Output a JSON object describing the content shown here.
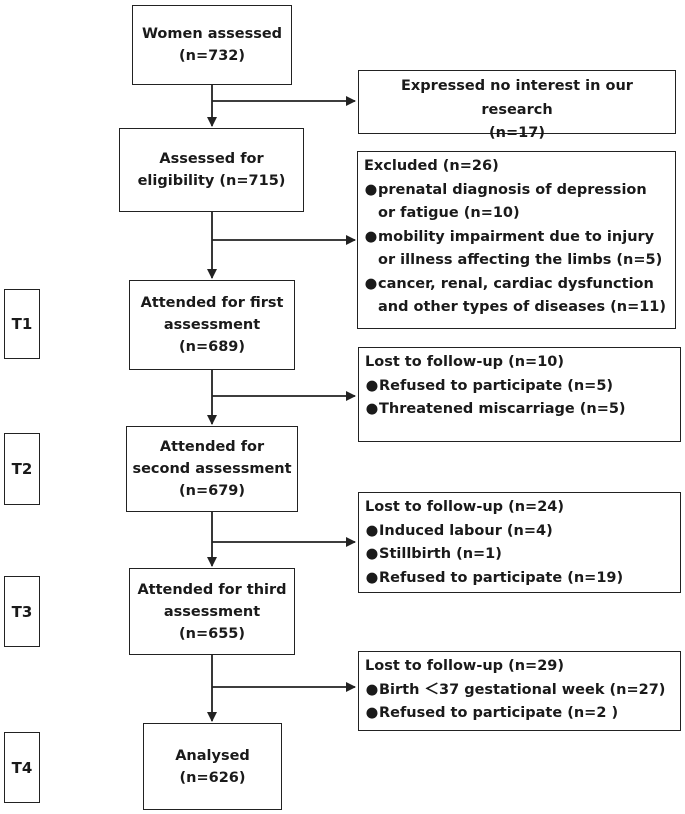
{
  "stages": {
    "women_assessed": {
      "title": "Women assessed",
      "count": "(n=732)"
    },
    "eligibility": {
      "line1": "Assessed for",
      "line2": "eligibility (n=715)"
    },
    "first": {
      "line1": "Attended for first",
      "line2": "assessment",
      "count": "(n=689)"
    },
    "second": {
      "line1": "Attended for",
      "line2": "second assessment",
      "count": "(n=679)"
    },
    "third": {
      "line1": "Attended for third",
      "line2": "assessment",
      "count": "(n=655)"
    },
    "analysed": {
      "title": "Analysed",
      "count": "(n=626)"
    }
  },
  "side": {
    "no_interest": {
      "line1": "Expressed no interest in our research",
      "count": "(n=17)"
    },
    "excluded": {
      "title": "Excluded (n=26)",
      "b1_l1": "prenatal diagnosis of depression",
      "b1_l2": "or fatigue (n=10)",
      "b2_l1": "mobility impairment due to injury",
      "b2_l2": "or illness affecting the limbs (n=5)",
      "b3_l1": "cancer, renal, cardiac dysfunction",
      "b3_l2": "and other types of diseases (n=11)"
    },
    "lost1": {
      "title": "Lost to follow-up (n=10)",
      "b1": "Refused to participate (n=5)",
      "b2": "Threatened miscarriage (n=5)"
    },
    "lost2": {
      "title": "Lost to follow-up (n=24)",
      "b1": "Induced labour (n=4)",
      "b2": "Stillbirth (n=1)",
      "b3": "Refused to participate (n=19)"
    },
    "lost3": {
      "title": "Lost to follow-up (n=29)",
      "b1": "Birth ＜37 gestational week (n=27)",
      "b2": "Refused to participate (n=2 )"
    }
  },
  "timepoints": {
    "t1": "T1",
    "t2": "T2",
    "t3": "T3",
    "t4": "T4"
  },
  "bullet_char": "●"
}
